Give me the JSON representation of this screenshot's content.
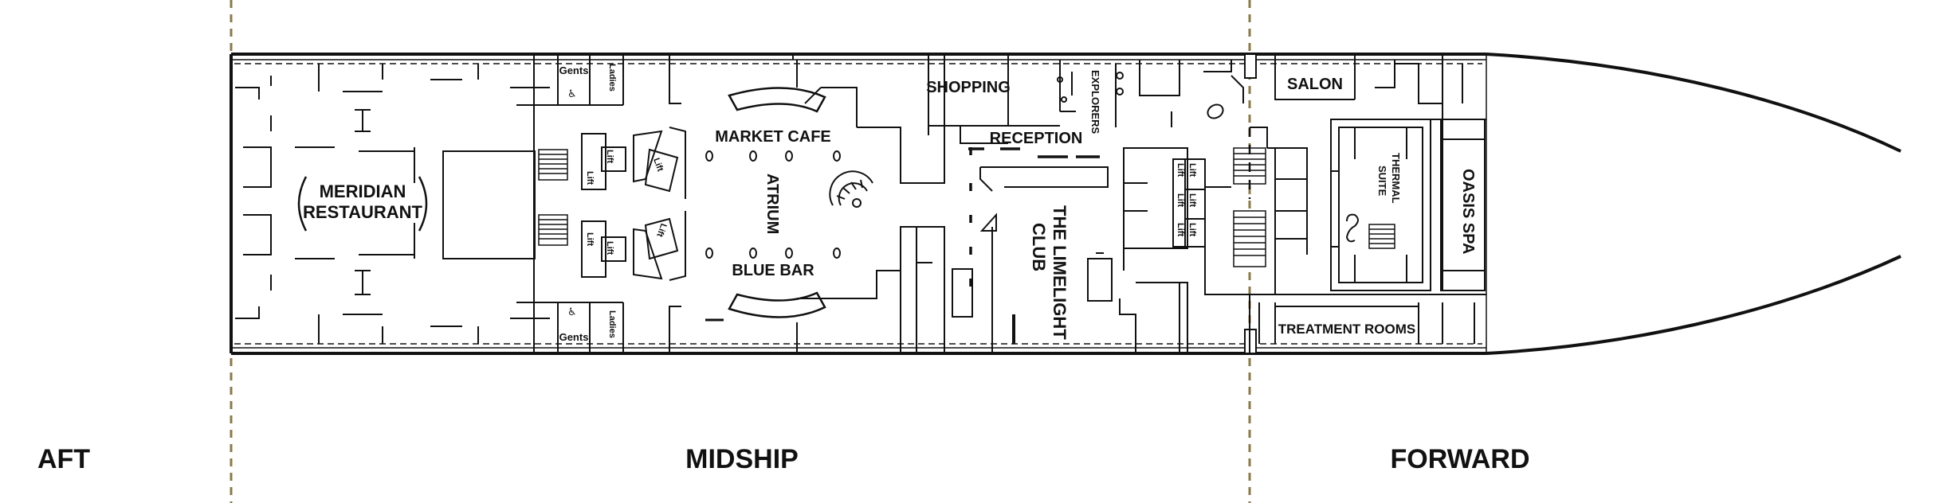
{
  "sections": {
    "aft": "AFT",
    "midship": "MIDSHIP",
    "forward": "FORWARD"
  },
  "rooms": {
    "meridian_line1": "MERIDIAN",
    "meridian_line2": "RESTAURANT",
    "gents": "Gents",
    "ladies": "Ladies",
    "lift": "Lift",
    "market_cafe": "MARKET CAFE",
    "atrium": "ATRIUM",
    "blue_bar": "BLUE BAR",
    "shopping": "SHOPPING",
    "explorers": "EXPLORERS",
    "reception": "RECEPTION",
    "limelight_line1": "THE LIMELIGHT",
    "limelight_line2": "CLUB",
    "salon": "SALON",
    "thermal_line1": "THERMAL",
    "thermal_line2": "SUITE",
    "oasis_spa": "OASIS SPA",
    "treatment_rooms": "TREATMENT ROOMS"
  },
  "colors": {
    "outline": "#111111",
    "section_divider": "#8a7a4a",
    "background": "#ffffff"
  }
}
